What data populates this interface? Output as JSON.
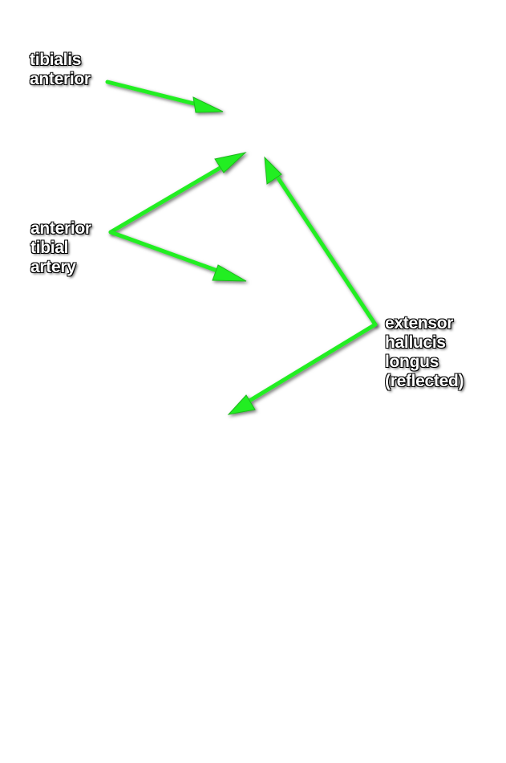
{
  "colors": {
    "background": "#ffffff",
    "arrow": "#22ee22",
    "label_text": "#ffffff",
    "label_outline": "#000000"
  },
  "labels": {
    "tibialis_anterior": [
      "tibialis",
      "anterior"
    ],
    "anterior_tibial_artery": [
      "anterior",
      "tibial",
      "artery"
    ],
    "extensor_hallucis_longus": [
      "extensor",
      "hallucis",
      "longus",
      "(reflected)"
    ]
  }
}
